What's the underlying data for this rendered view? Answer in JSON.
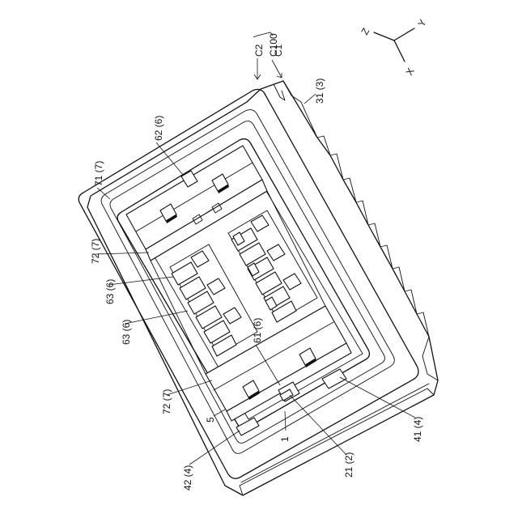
{
  "figure": {
    "axes": {
      "z": "Z",
      "y": "Y",
      "x": "X"
    },
    "assembly_labels": {
      "c2": "C2",
      "c100": "C100",
      "c1": "C1"
    },
    "labels": {
      "l_31": "31 (3)",
      "l_62": "62 (6)",
      "l_71": "71 (7)",
      "l_72_top": "72 (7)",
      "l_63_a": "63 (6)",
      "l_63_b": "63 (6)",
      "l_61": "61 (6)",
      "l_72_bottom": "72 (7)",
      "l_5": "5",
      "l_1": "1",
      "l_42": "42 (4)",
      "l_21": "21 (2)",
      "l_41": "41 (4)"
    }
  }
}
